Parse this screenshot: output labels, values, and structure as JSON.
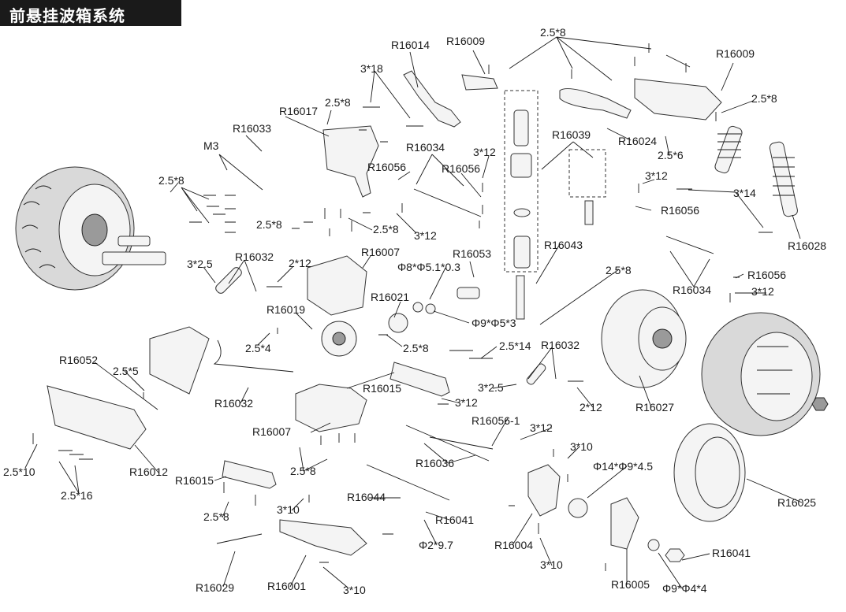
{
  "title": "前悬挂波箱系统",
  "labels": {
    "r16014": "R16014",
    "r16009a": "R16009",
    "s25x8_top": "2.5*8",
    "r16009b": "R16009",
    "s3x18": "3*18",
    "s25x8_b": "2.5*8",
    "r16017": "R16017",
    "r16033": "R16033",
    "m3": "M3",
    "r16034a": "R16034",
    "s3x12a": "3*12",
    "r16039": "R16039",
    "r16024": "R16024",
    "s25x8_c": "2.5*8",
    "s25x8_d": "2.5*8",
    "r16056a": "R16056",
    "r16056b": "R16056",
    "s25x6": "2.5*6",
    "s3x12b": "3*12",
    "s3x14": "3*14",
    "r16056c": "R16056",
    "s25x8_e": "2.5*8",
    "s25x8_f": "2.5*8",
    "s3x12c": "3*12",
    "r16043": "R16043",
    "r16028": "R16028",
    "s3x25": "3*2.5",
    "r16032a": "R16032",
    "s2x12a": "2*12",
    "r16007a": "R16007",
    "r16053": "R16053",
    "s25x8_g": "2.5*8",
    "r16056d": "R16056",
    "bearing1": "Φ8*Φ5.1*0.3",
    "r16034b": "R16034",
    "s3x12d": "3*12",
    "r16021": "R16021",
    "r16019": "R16019",
    "bearing2": "Φ9*Φ5*3",
    "s25x4": "2.5*4",
    "s25x8_h": "2.5*8",
    "s25x14": "2.5*14",
    "r16032b": "R16032",
    "r16052": "R16052",
    "s25x5": "2.5*5",
    "s3x25b": "3*2.5",
    "r16015a": "R16015",
    "s3x12e": "3*12",
    "s2x12b": "2*12",
    "r16027": "R16027",
    "r16032c": "R16032",
    "r16056_1": "R16056-1",
    "r16007b": "R16007",
    "s3x12f": "3*12",
    "s3x10a": "3*10",
    "r16036": "R16036",
    "s25x10": "2.5*10",
    "r16012": "R16012",
    "s25x8_i": "2.5*8",
    "bearing3": "Φ14*Φ9*4.5",
    "s25x16": "2.5*16",
    "r16015b": "R16015",
    "r16044": "R16044",
    "r16025": "R16025",
    "s25x8_j": "2.5*8",
    "s3x10b": "3*10",
    "r16041a": "R16041",
    "pin": "Φ2*9.7",
    "r16004": "R16004",
    "r16041b": "R16041",
    "s3x10c": "3*10",
    "r16029": "R16029",
    "r16001": "R16001",
    "s3x10d": "3*10",
    "r16005": "R16005",
    "bearing4": "Φ9*Φ4*4"
  }
}
